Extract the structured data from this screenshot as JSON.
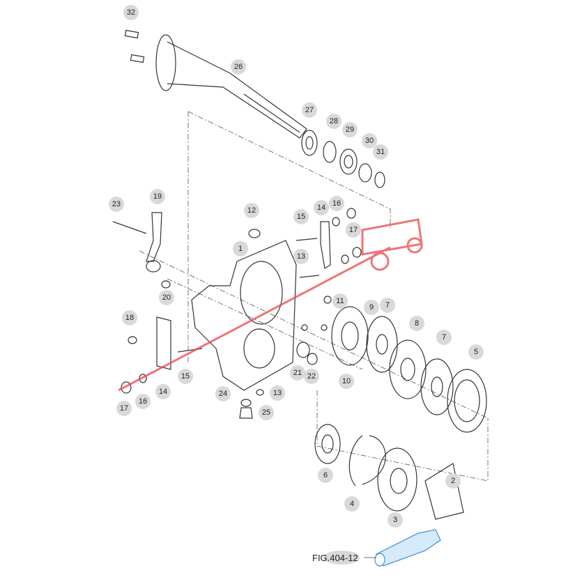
{
  "diagram": {
    "callouts": [
      "32",
      "26",
      "27",
      "28",
      "29",
      "30",
      "31",
      "23",
      "19",
      "12",
      "15",
      "14",
      "16",
      "17",
      "1",
      "13",
      "20",
      "11",
      "9",
      "7",
      "8",
      "7",
      "5",
      "18",
      "10",
      "21",
      "22",
      "15",
      "14",
      "16",
      "17",
      "24",
      "13",
      "25",
      "6",
      "4",
      "3",
      "2"
    ],
    "reference_label": "FIG.404-12",
    "colors": {
      "callout_bg": "#d9d9d9",
      "line": "#333333",
      "reference_part": "#3b8fd6",
      "watermark": "#e8474c"
    }
  }
}
